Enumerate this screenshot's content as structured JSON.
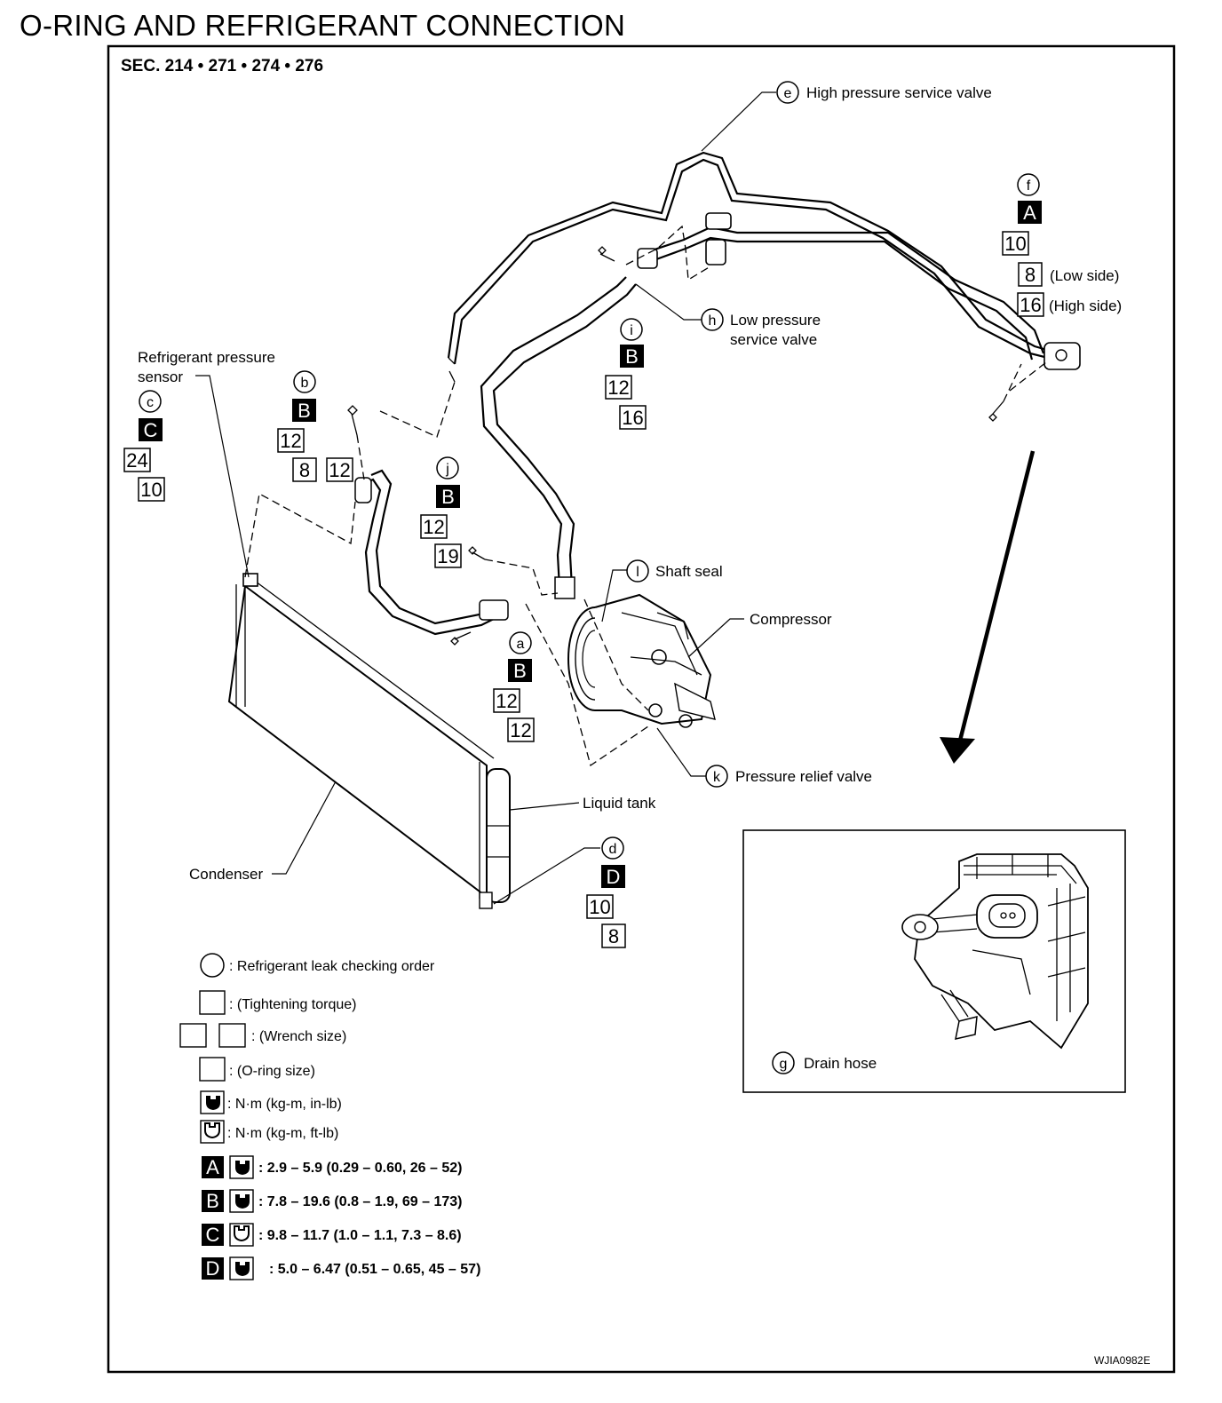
{
  "page_title": "O-RING AND REFRIGERANT CONNECTION",
  "section": "SEC. 214 • 271 • 274 • 276",
  "figure_code": "WJIA0982E",
  "labels": {
    "high_pressure_service_valve": "High pressure service valve",
    "refrigerant_pressure_sensor_1": "Refrigerant pressure",
    "refrigerant_pressure_sensor_2": "sensor",
    "low_pressure_service_valve_1": "Low pressure",
    "low_pressure_service_valve_2": "service valve",
    "low_side": "(Low side)",
    "high_side": "(High side)",
    "shaft_seal": "Shaft seal",
    "compressor": "Compressor",
    "pressure_relief_valve": "Pressure relief valve",
    "liquid_tank": "Liquid tank",
    "condenser": "Condenser",
    "drain_hose": "Drain hose"
  },
  "callouts": {
    "a": {
      "letter": "a",
      "torque": "B",
      "sizes": [
        "12",
        "12"
      ]
    },
    "b": {
      "letter": "b",
      "torque": "B",
      "sizes": [
        "12",
        "8",
        "12"
      ]
    },
    "c": {
      "letter": "c",
      "torque": "C",
      "sizes": [
        "24",
        "10"
      ]
    },
    "d": {
      "letter": "d",
      "torque": "D",
      "sizes": [
        "10",
        "8"
      ]
    },
    "e": {
      "letter": "e"
    },
    "f": {
      "letter": "f",
      "torque": "A",
      "sizes": [
        "10",
        "8",
        "16"
      ]
    },
    "g": {
      "letter": "g"
    },
    "h": {
      "letter": "h"
    },
    "i": {
      "letter": "i",
      "torque": "B",
      "sizes": [
        "12",
        "16"
      ]
    },
    "j": {
      "letter": "j",
      "torque": "B",
      "sizes": [
        "12",
        "19"
      ]
    },
    "k": {
      "letter": "k"
    },
    "l": {
      "letter": "l"
    }
  },
  "legend": {
    "leak_order": ": Refrigerant leak checking order",
    "tightening_torque": ": (Tightening torque)",
    "wrench_size": ": (Wrench size)",
    "oring_size": ": (O-ring size)",
    "unit_in_lb": ": N·m (kg-m, in-lb)",
    "unit_ft_lb": ": N·m (kg-m, ft-lb)",
    "torque_specs": [
      {
        "letter": "A",
        "text": ": 2.9 – 5.9 (0.29 – 0.60, 26 – 52)"
      },
      {
        "letter": "B",
        "text": ": 7.8 – 19.6 (0.8 – 1.9, 69 – 173)"
      },
      {
        "letter": "C",
        "text": ": 9.8 – 11.7 (1.0 – 1.1, 7.3 – 8.6)"
      },
      {
        "letter": "D",
        "text": ": 5.0 – 6.47 (0.51 – 0.65, 45 – 57)"
      }
    ]
  },
  "colors": {
    "ink": "#000000",
    "paper": "#ffffff",
    "inverse_text": "#ffffff"
  },
  "icon_names": [
    "wrench-in-lb-icon",
    "wrench-ft-lb-icon"
  ]
}
